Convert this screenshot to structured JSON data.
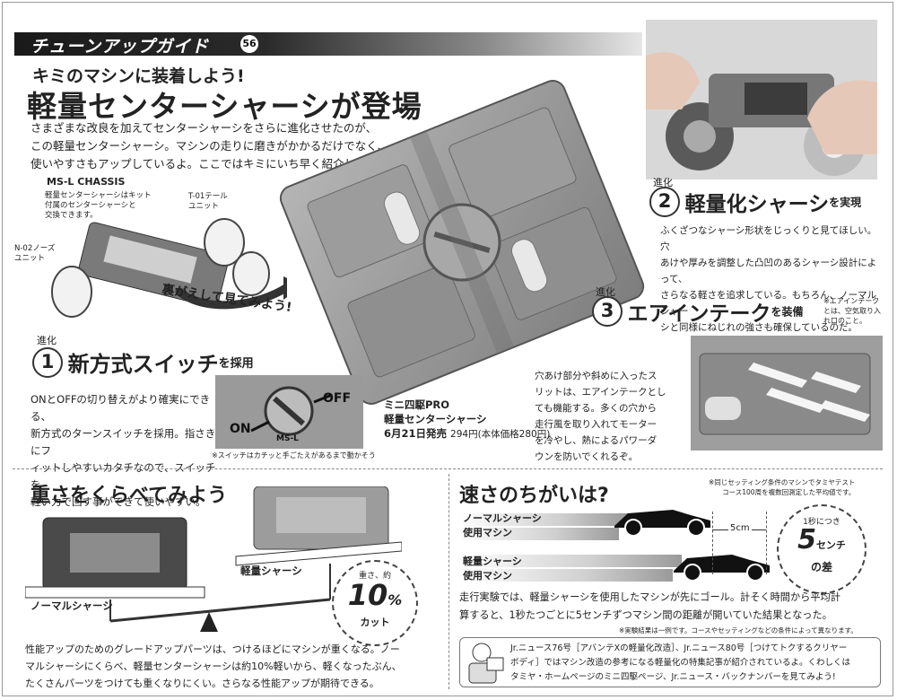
{
  "header": {
    "title": "チューンアップガイド",
    "number": "56"
  },
  "kicker": "キミのマシンに装着しよう!",
  "headline": "軽量センターシャーシが登場",
  "intro": [
    "さまざまな改良を加えてセンターシャーシをさらに進化させたのが、",
    "この軽量センターシャーシ。マシンの走りに磨きがかかるだけでなく、",
    "使いやすさもアップしているよ。ここではキミにいち早く紹介しよう。"
  ],
  "ms_l": {
    "title": "MS-L CHASSIS",
    "desc": [
      "軽量センターシャーシはキット",
      "付属のセンターシャーシと",
      "交換できます。"
    ],
    "t01": [
      "T-01テール",
      "ユニット"
    ],
    "n02": [
      "N-02ノーズ",
      "ユニット"
    ],
    "flip": "裏がえして見てみよう!"
  },
  "evo_label": "進化",
  "sec1": {
    "num": "1",
    "title": "新方式スイッチ",
    "suffix": "を採用",
    "body": [
      "ONとOFFの切り替えがより確実にできる、",
      "新方式のターンスイッチを採用。指さきにフ",
      "ィットしやすいカタチなので、スイッチを",
      "軽い力で回す事ができて使いやすい。"
    ],
    "on": "ON",
    "off": "OFF",
    "mark": "MS-L",
    "note": "※スイッチはカチッと手ごたえがあるまで動かそう"
  },
  "product": {
    "line1": "ミニ四駆PRO",
    "line2": "軽量センターシャーシ",
    "date": "6月21日発売",
    "price": "294円(本体価格280円)"
  },
  "sec2": {
    "num": "2",
    "title": "軽量化シャーシ",
    "suffix": "を実現",
    "body": [
      "ふくざつなシャーシ形状をじっくりと見てほしい。穴",
      "あけや厚みを調整した凸凹のあるシャーシ設計によって、",
      "さらなる軽さを追求している。もちろん、ノーマルシャー",
      "シと同様にねじれの強さも確保しているのだ。"
    ]
  },
  "sec3": {
    "num": "3",
    "title": "エアインテーク",
    "suffix": "を装備",
    "note": [
      "※エアインテーク",
      "とは、空気取り入",
      "れ口のこと。"
    ],
    "body": [
      "穴あけ部分や斜めに入ったス",
      "リットは、エアインテークとし",
      "ても機能する。多くの穴から",
      "走行風を取り入れてモーター",
      "を冷やし、熱によるパワーダ",
      "ウンを防いでくれるぞ。"
    ]
  },
  "weight": {
    "title": "重さをくらべてみよう",
    "light_label": "軽量シャーシ",
    "normal_label": "ノーマルシャーシ",
    "badge_top": "重さ、約",
    "badge_num": "10",
    "badge_pct": "%",
    "badge_bottom": "カット",
    "body": [
      "性能アップのためのグレードアップパーツは、つけるほどにマシンが重くなる。ノー",
      "マルシャーシにくらべ、軽量センターシャーシは約10%軽いから、軽くなったぶん、",
      "たくさんパーツをつけても重くなりにくい。さらなる性能アップが期待できる。"
    ]
  },
  "speed": {
    "title": "速さのちがいは?",
    "note": [
      "※同じセッティング条件のマシンでタミヤテスト",
      "コース100周を複数回測定した平均値です。"
    ],
    "normal_label": [
      "ノーマルシャーシ",
      "使用マシン"
    ],
    "light_label": [
      "軽量シャーシ",
      "使用マシン"
    ],
    "gap": "5cm",
    "badge_top": "1秒につき",
    "badge_num": "5",
    "badge_unit": "センチ",
    "badge_bottom": "の差",
    "body": [
      "走行実験では、軽量シャーシを使用したマシンが先にゴール。計そく時間から平均計",
      "算すると、1秒たつごとに5センチずつマシン間の距離が開いていた結果となった。"
    ],
    "disclaimer": "※実験結果は一例です。コースやセッティングなどの条件によって異なります。",
    "news": [
      "Jr.ニュース76号［アバンテXの軽量化改造］、Jr.ニュース80号［つけてトクするクリヤー",
      "ボディ］ではマシン改造の参考になる軽量化の特集記事が紹介されているよ。くわしくは",
      "タミヤ・ホームページのミニ四駆ページ、Jr.ニュース・バックナンバーを見てみよう!"
    ]
  }
}
